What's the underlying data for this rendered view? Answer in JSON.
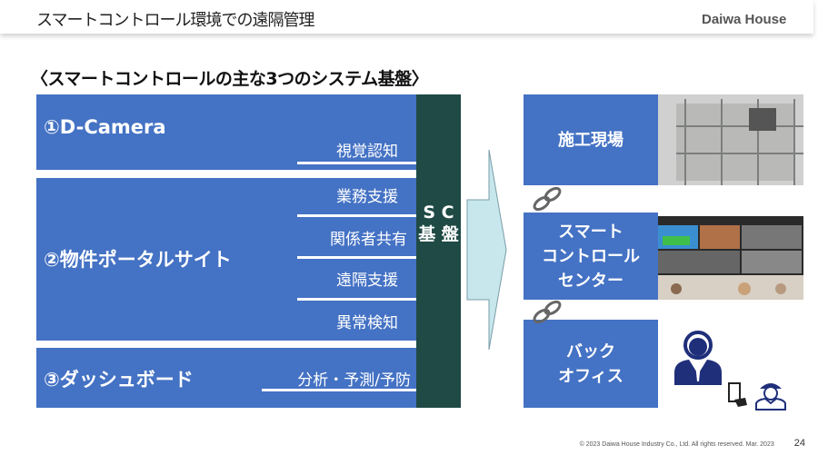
{
  "header": {
    "title": "スマートコントロール環境での遠隔管理",
    "logo": "Daiwa House"
  },
  "heading": "〈スマートコントロールの主な3つのシステム基盤〉",
  "systems": [
    {
      "title": "①D-Camera",
      "items": [
        "視覚認知"
      ]
    },
    {
      "title": "②物件ポータルサイト",
      "items": [
        "業務支援",
        "関係者共有",
        "遠隔支援",
        "異常検知"
      ]
    },
    {
      "title": "③ダッシュボード",
      "items": [
        "分析・予測/予防"
      ]
    }
  ],
  "sc": {
    "label": "S C 基 盤"
  },
  "targets": [
    {
      "label": "施工現場"
    },
    {
      "label": "スマート\nコントロール\nセンター"
    },
    {
      "label": "バック\nオフィス"
    }
  ],
  "footer": {
    "copyright": "© 2023 Daiwa House Industry Co., Ltd. All rights reserved.  Mar. 2023",
    "page": "24"
  }
}
